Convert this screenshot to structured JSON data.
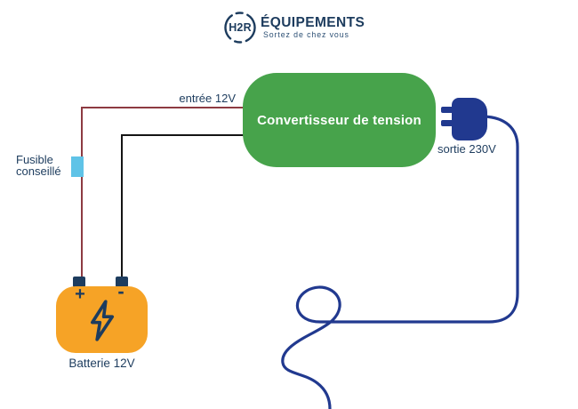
{
  "colors": {
    "navy": "#1d3c5e",
    "green": "#47a34b",
    "orange": "#f6a326",
    "cyan": "#5fc3e7",
    "wire_red": "#8d3b42",
    "wire_black": "#151515",
    "cable_blue": "#21398f",
    "white": "#ffffff"
  },
  "logo": {
    "monogram": "H2R",
    "wordmark": "ÉQUIPEMENTS",
    "tagline": "Sortez de chez vous"
  },
  "converter": {
    "label": "Convertisseur de tension"
  },
  "wires": {
    "input_label": "entrée 12V",
    "output_label": "sortie 230V"
  },
  "fuse": {
    "label_line1": "Fusible",
    "label_line2": "conseillé"
  },
  "battery": {
    "label": "Batterie 12V",
    "plus": "+",
    "minus": "-"
  }
}
